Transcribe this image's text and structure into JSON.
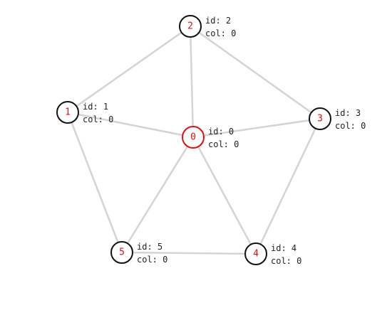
{
  "graph": {
    "colors": {
      "edge": "#d4d4d4",
      "node_stroke": "#111111",
      "node_stroke_selected": "#e01010",
      "node_label": "#e01010",
      "node_fill": "#ffffff",
      "info_text": "#222222"
    },
    "selected_node": "0",
    "nodes": [
      {
        "id": "0",
        "label": "0",
        "info_id": "id: 0",
        "info_col": "col: 0"
      },
      {
        "id": "1",
        "label": "1",
        "info_id": "id: 1",
        "info_col": "col: 0"
      },
      {
        "id": "2",
        "label": "2",
        "info_id": "id: 2",
        "info_col": "col: 0"
      },
      {
        "id": "3",
        "label": "3",
        "info_id": "id: 3",
        "info_col": "col: 0"
      },
      {
        "id": "4",
        "label": "4",
        "info_id": "id: 4",
        "info_col": "col: 0"
      },
      {
        "id": "5",
        "label": "5",
        "info_id": "id: 5",
        "info_col": "col: 0"
      }
    ],
    "edges": [
      [
        "0",
        "1"
      ],
      [
        "0",
        "2"
      ],
      [
        "0",
        "3"
      ],
      [
        "0",
        "4"
      ],
      [
        "0",
        "5"
      ],
      [
        "1",
        "2"
      ],
      [
        "2",
        "3"
      ],
      [
        "3",
        "4"
      ],
      [
        "4",
        "5"
      ],
      [
        "5",
        "1"
      ]
    ]
  }
}
